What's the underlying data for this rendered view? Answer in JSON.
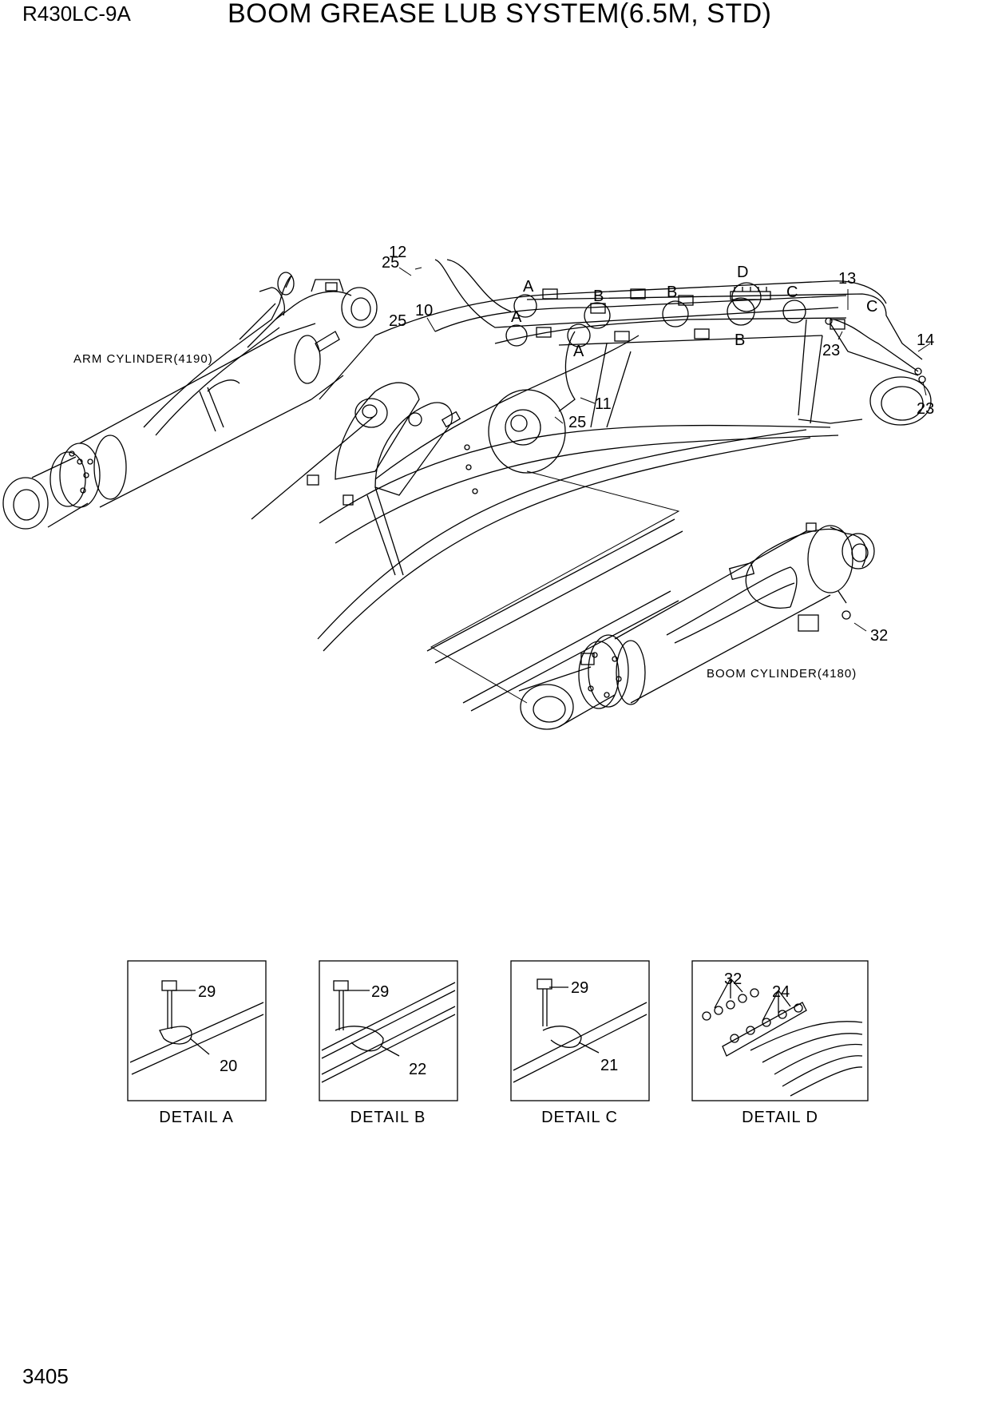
{
  "header": {
    "model": "R430LC-9A",
    "title": "BOOM GREASE LUB SYSTEM(6.5M, STD)"
  },
  "footer": {
    "page_number": "3405"
  },
  "labels": {
    "arm_cylinder": "ARM CYLINDER(4190)",
    "boom_cylinder": "BOOM CYLINDER(4180)"
  },
  "callouts": {
    "c12": "12",
    "c25a": "25",
    "c10": "10",
    "c25b": "25",
    "c11": "11",
    "c25c": "25",
    "c13": "13",
    "c14": "14",
    "c23a": "23",
    "c23b": "23",
    "c32": "32",
    "vA1": "A",
    "vA2": "A",
    "vA3": "A",
    "vB1": "B",
    "vB2": "B",
    "vB3": "B",
    "vC1": "C",
    "vC2": "C",
    "vD": "D"
  },
  "details": [
    {
      "title": "DETAIL  A",
      "bolt": "29",
      "clamp": "20"
    },
    {
      "title": "DETAIL  B",
      "bolt": "29",
      "clamp": "22"
    },
    {
      "title": "DETAIL  C",
      "bolt": "29",
      "clamp": "21"
    },
    {
      "title": "DETAIL  D",
      "fitting": "32",
      "hose": "24"
    }
  ]
}
